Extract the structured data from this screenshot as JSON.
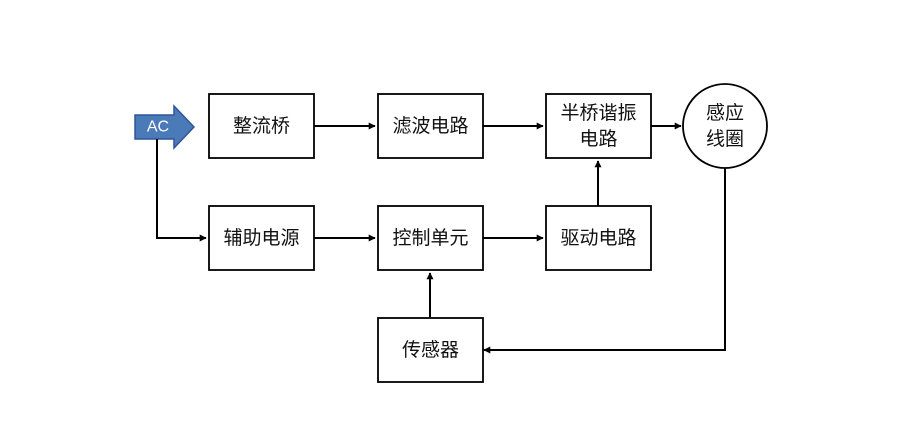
{
  "source": {
    "label": "AC",
    "fill": "#4a7ab8",
    "stroke": "#2f5597"
  },
  "blocks": {
    "rectifier": {
      "label": "整流桥"
    },
    "filter": {
      "label": "滤波电路"
    },
    "half_bridge": {
      "line1": "半桥谐振",
      "line2": "电路"
    },
    "coil": {
      "line1": "感应",
      "line2": "线圈"
    },
    "aux_power": {
      "label": "辅助电源"
    },
    "control": {
      "label": "控制单元"
    },
    "driver": {
      "label": "驱动电路"
    },
    "sensor": {
      "label": "传感器"
    }
  }
}
